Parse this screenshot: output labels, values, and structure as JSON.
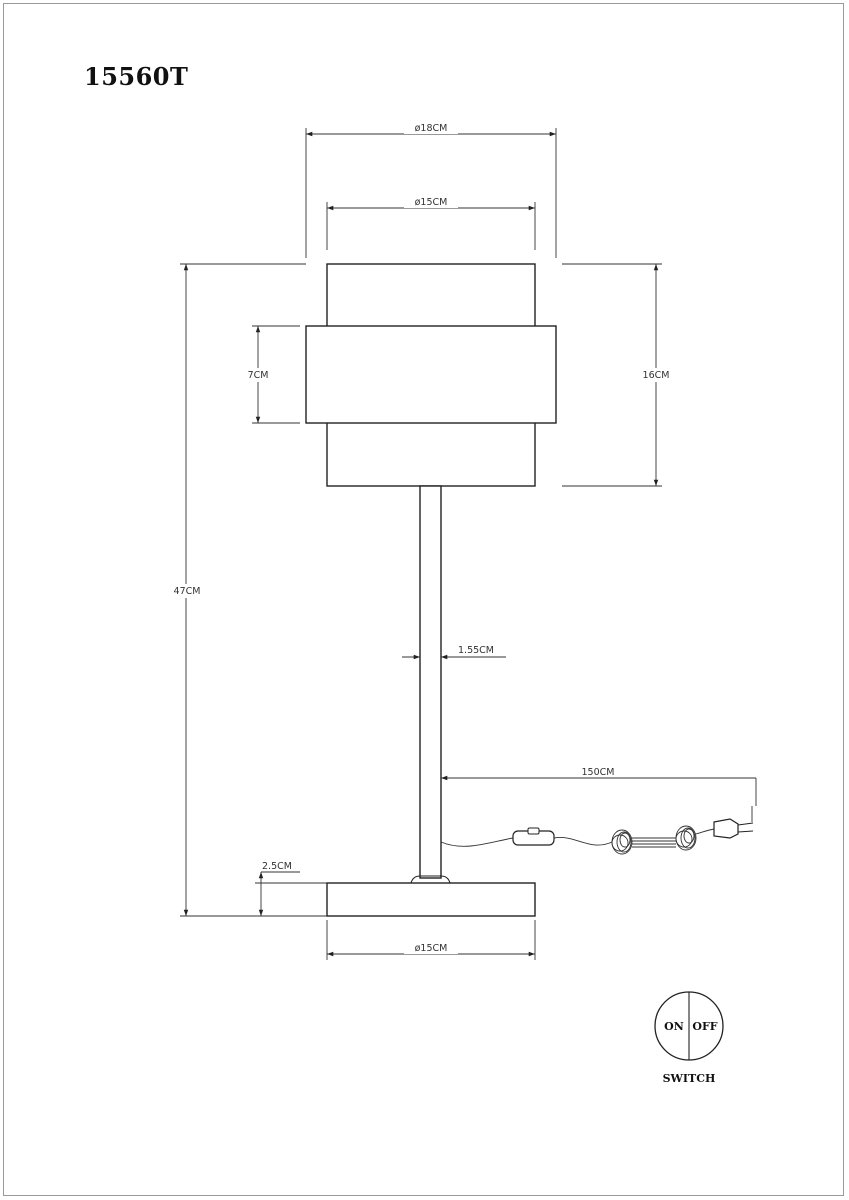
{
  "model_code": "15560T",
  "dimensions": {
    "outer_shade_diameter": "ø18CM",
    "inner_shade_diameter": "ø15CM",
    "middle_band_height": "7CM",
    "shade_height": "16CM",
    "total_height": "47CM",
    "stem_diameter": "1.55CM",
    "cable_length": "150CM",
    "base_height": "2.5CM",
    "base_diameter": "ø15CM"
  },
  "switch": {
    "on_label": "ON",
    "off_label": "OFF",
    "caption": "SWITCH"
  }
}
